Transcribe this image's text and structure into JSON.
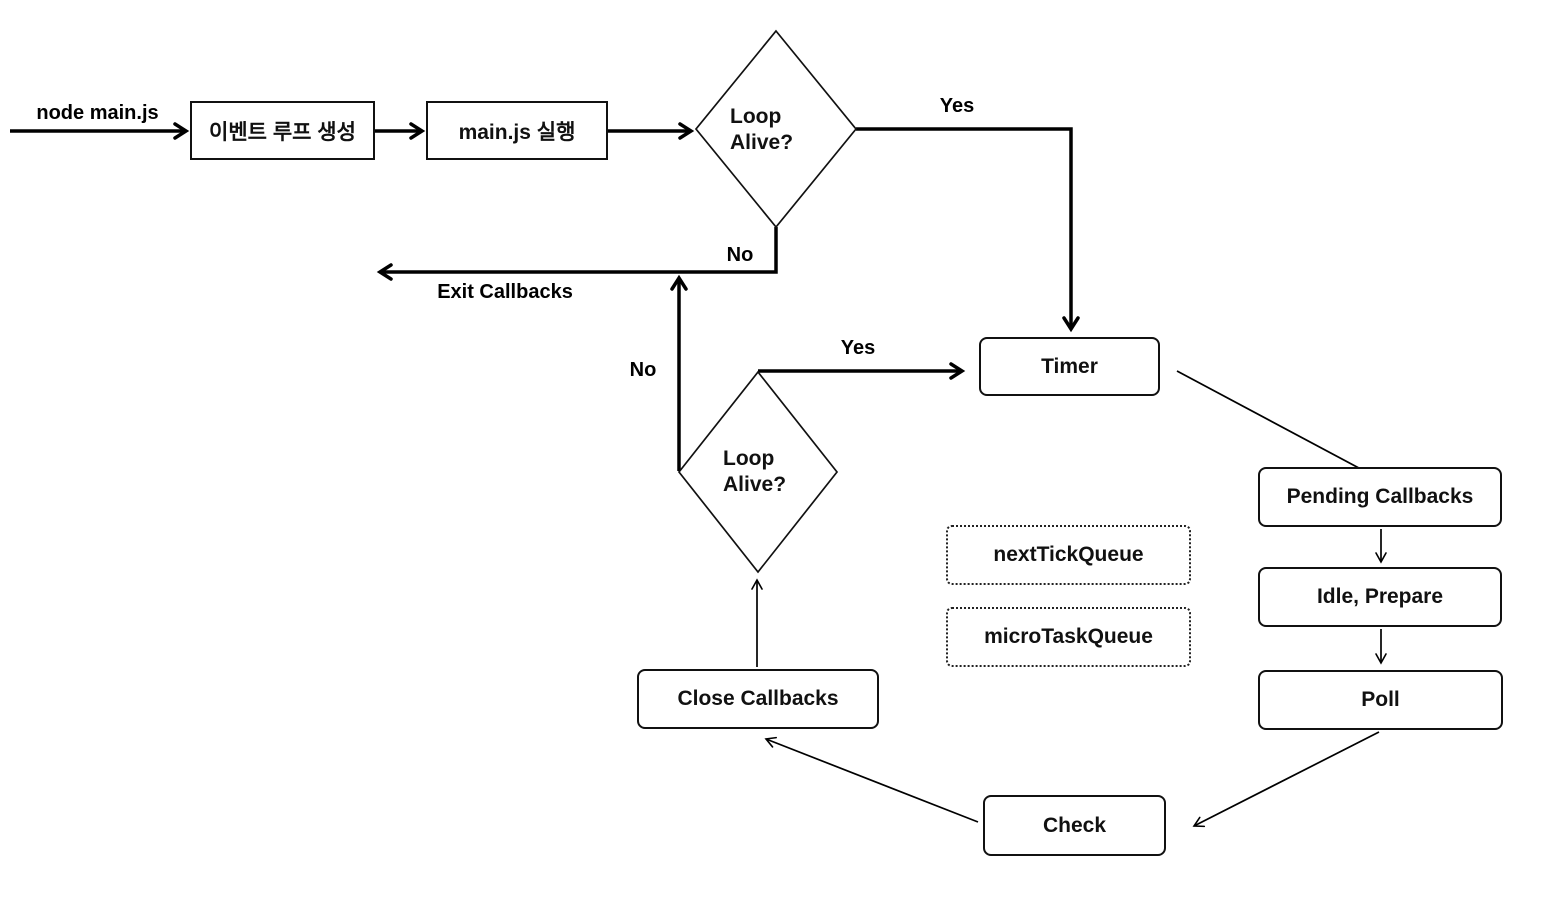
{
  "colors": {
    "background": "#ffffff",
    "line": "#000000",
    "box_border": "#111111",
    "text": "#111111"
  },
  "start_label": "node main.js",
  "nodes": {
    "create_loop": {
      "label": "이벤트 루프 생성"
    },
    "run_main": {
      "label": "main.js 실행"
    },
    "loop_alive_top": {
      "line1": "Loop",
      "line2": "Alive?"
    },
    "timer": {
      "label": "Timer"
    },
    "pending_callbacks": {
      "label": "Pending Callbacks"
    },
    "idle_prepare": {
      "label": "Idle, Prepare"
    },
    "poll": {
      "label": "Poll"
    },
    "check": {
      "label": "Check"
    },
    "close_callbacks": {
      "label": "Close Callbacks"
    },
    "loop_alive_bottom": {
      "line1": "Loop",
      "line2": "Alive?"
    },
    "next_tick_queue": {
      "label": "nextTickQueue"
    },
    "micro_task_queue": {
      "label": "microTaskQueue"
    }
  },
  "edge_labels": {
    "yes_top": "Yes",
    "no_top": "No",
    "exit_callbacks": "Exit Callbacks",
    "no_bottom": "No",
    "yes_bottom": "Yes"
  }
}
